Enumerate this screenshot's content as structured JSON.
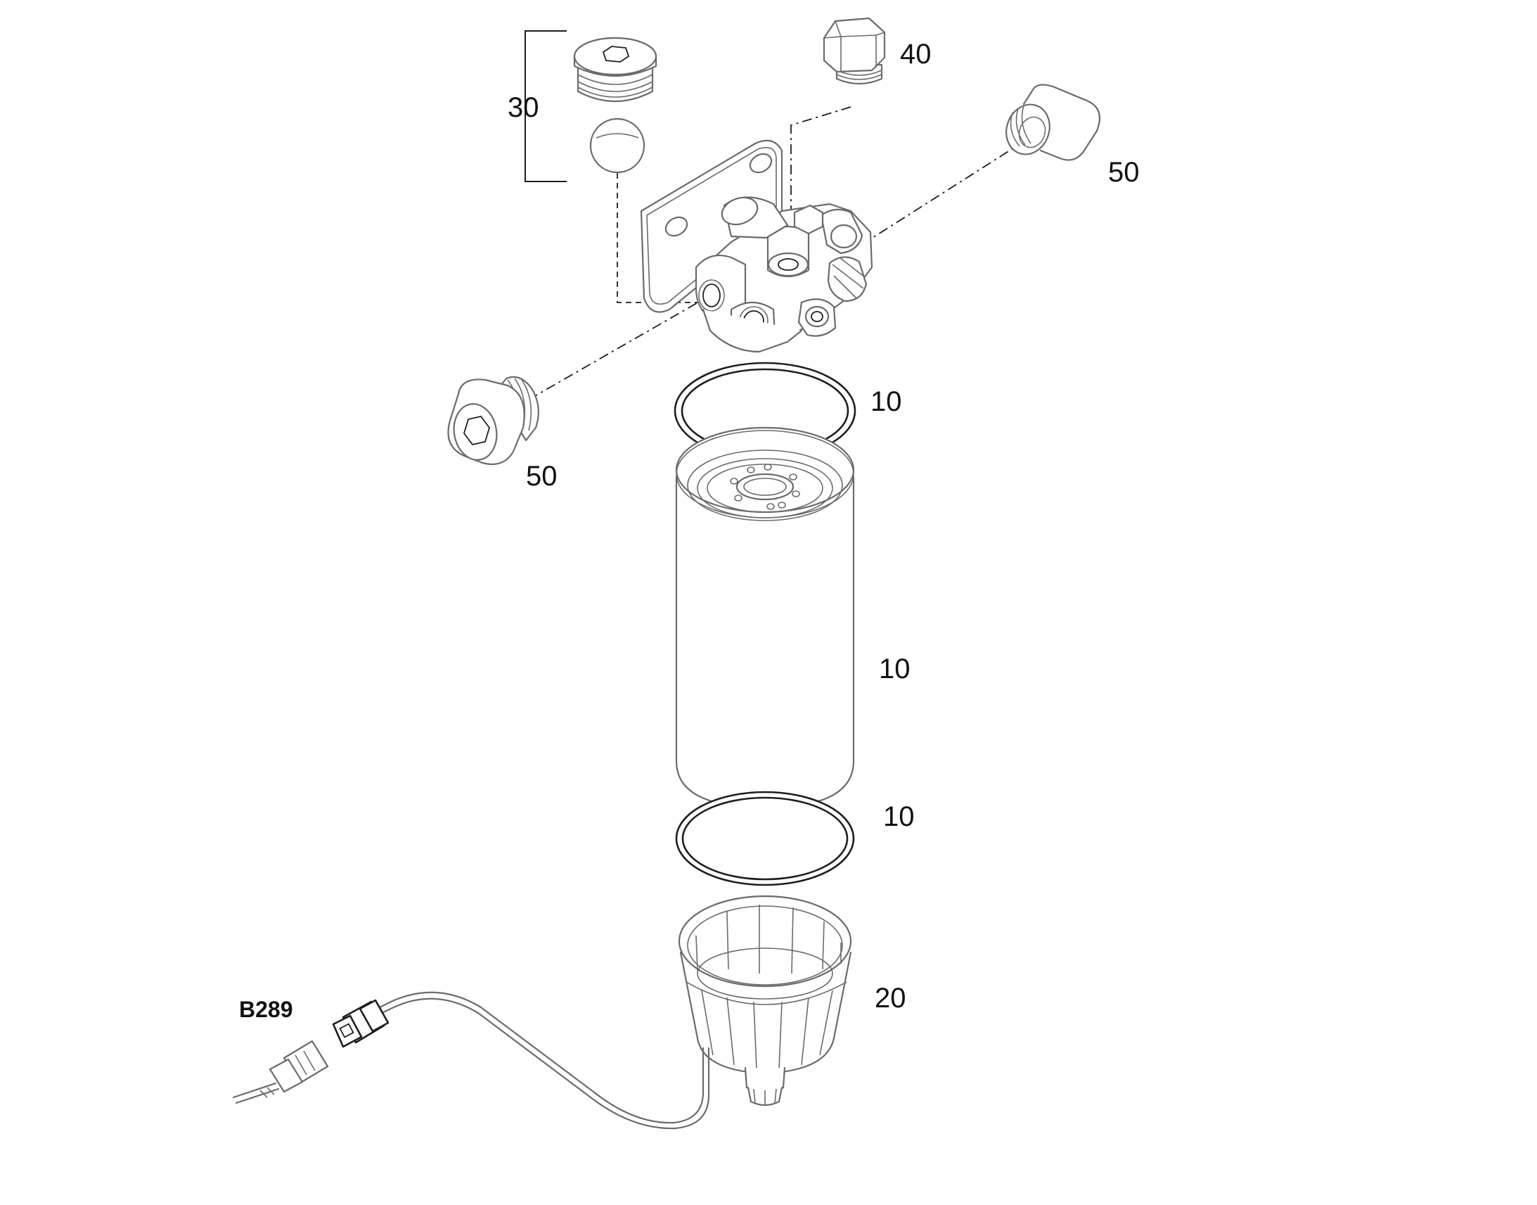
{
  "diagram": {
    "callouts": {
      "plug_set": "30",
      "vent_plug": "40",
      "plug_right": "50",
      "plug_left": "50",
      "seal_ring_top": "10",
      "filter_cartridge": "10",
      "seal_ring_bottom": "10",
      "water_bowl": "20",
      "sensor_connector": "B289"
    }
  }
}
